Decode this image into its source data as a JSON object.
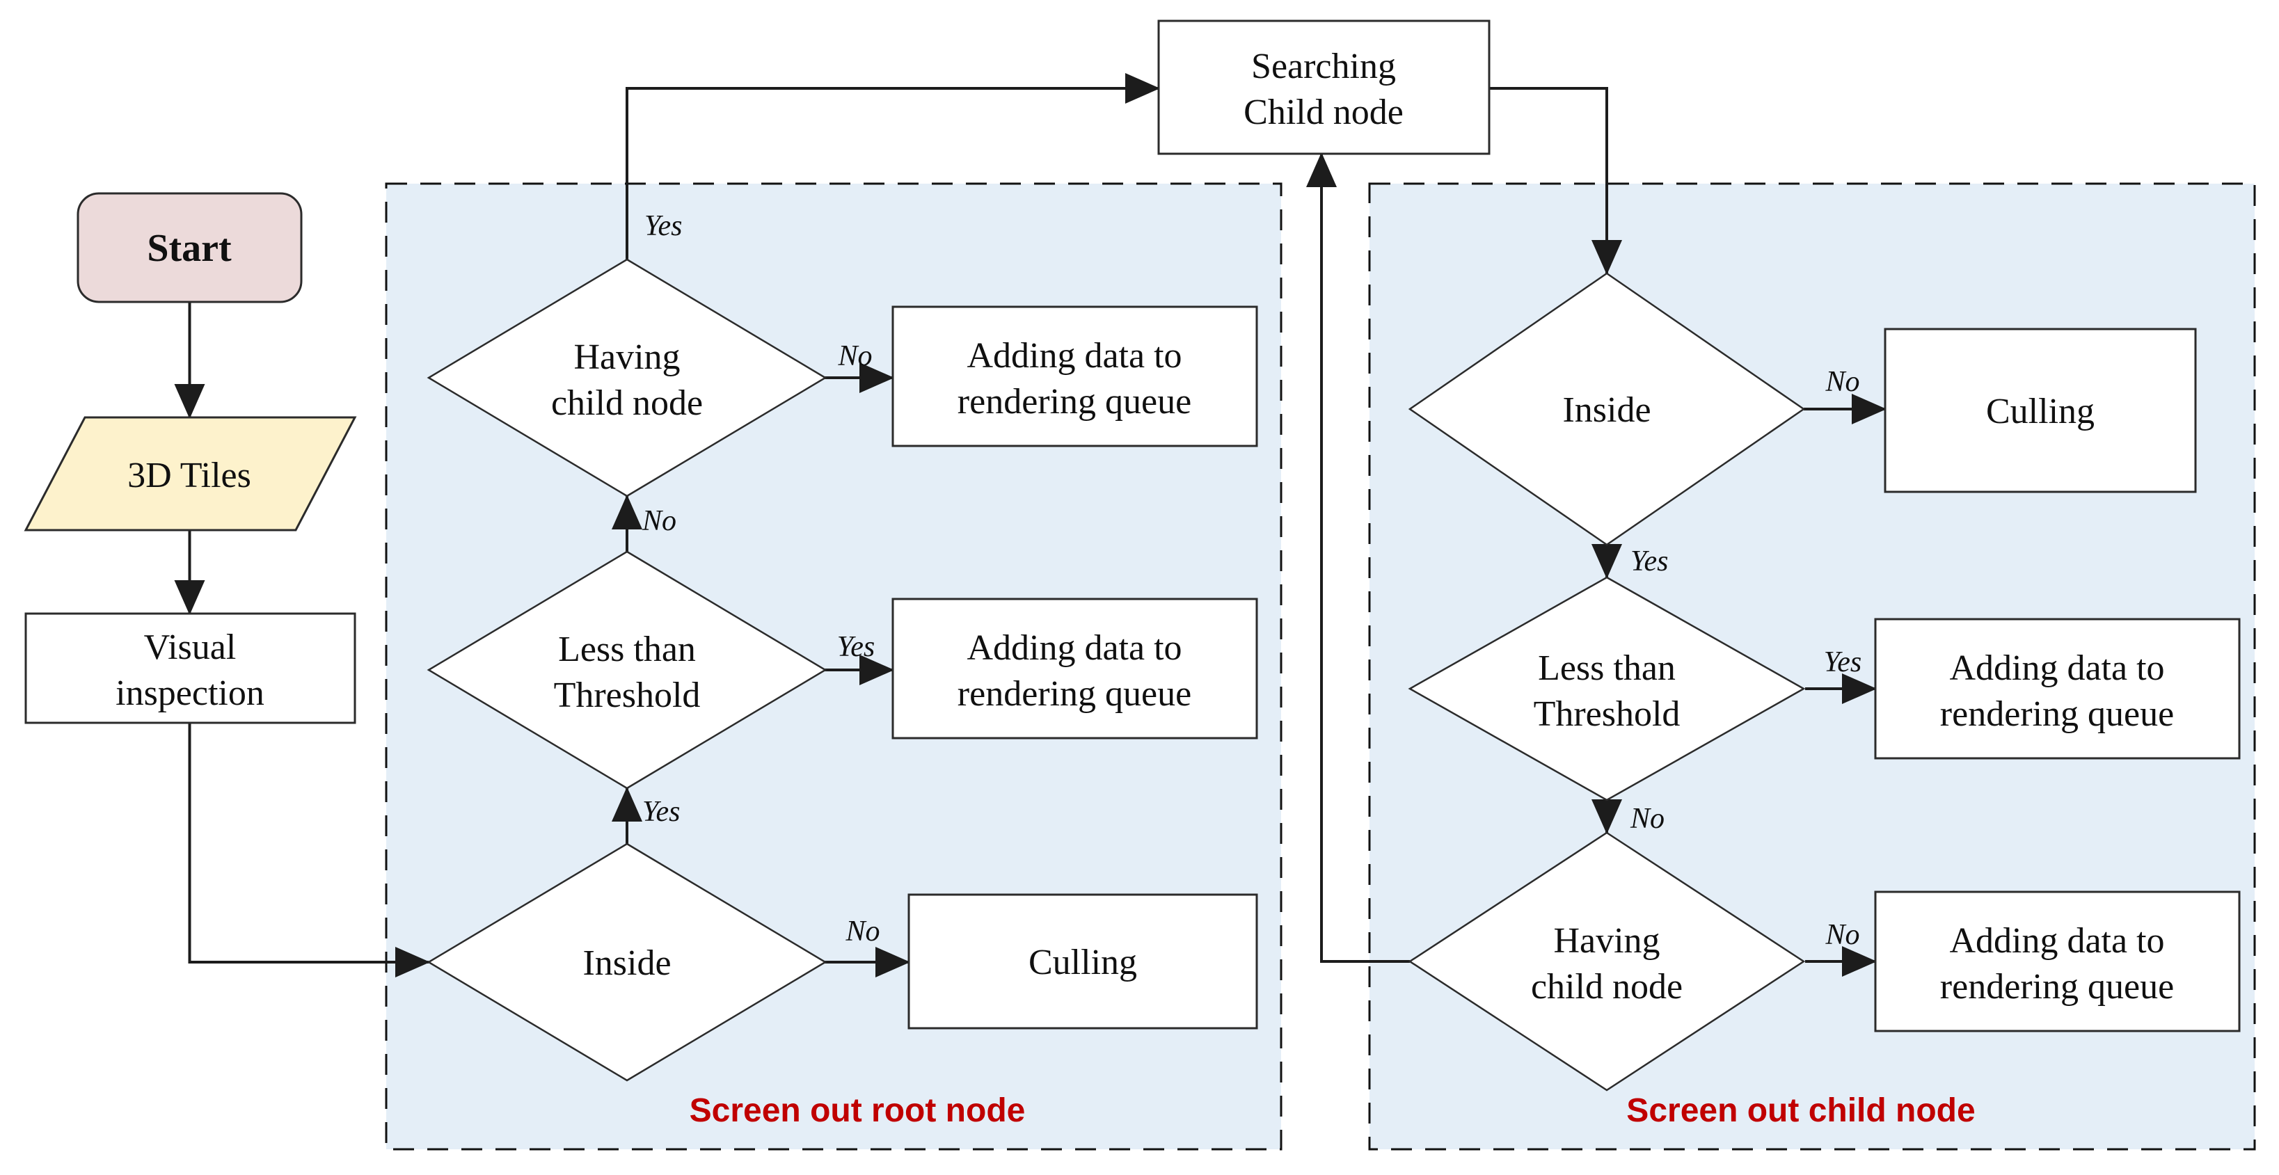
{
  "colors": {
    "panel_background": "#e4eef7",
    "start_fill": "#ecdada",
    "tiles_fill": "#fdf2cc",
    "node_fill": "#ffffff",
    "section_label": "#c00000",
    "line": "#1c1c1c"
  },
  "flowchart": {
    "start": {
      "label": "Start"
    },
    "tiles": {
      "label": "3D Tiles"
    },
    "visual_inspection": {
      "line1": "Visual",
      "line2": "inspection"
    },
    "searching": {
      "line1": "Searching",
      "line2": "Child node"
    },
    "root_panel": {
      "section_label": "Screen out root node",
      "having": {
        "line1": "Having",
        "line2": "child node"
      },
      "less": {
        "line1": "Less than",
        "line2": "Threshold"
      },
      "inside": {
        "label": "Inside"
      },
      "adding1": {
        "line1": "Adding data to",
        "line2": "rendering queue"
      },
      "adding2": {
        "line1": "Adding data to",
        "line2": "rendering queue"
      },
      "culling": {
        "label": "Culling"
      },
      "labels": {
        "having_up": "Yes",
        "having_no": "No",
        "less_up": "No",
        "less_yes": "Yes",
        "inside_up": "Yes",
        "inside_no": "No"
      }
    },
    "child_panel": {
      "section_label": "Screen out child node",
      "inside": {
        "label": "Inside"
      },
      "less": {
        "line1": "Less than",
        "line2": "Threshold"
      },
      "having": {
        "line1": "Having",
        "line2": "child node"
      },
      "culling": {
        "label": "Culling"
      },
      "adding2": {
        "line1": "Adding data to",
        "line2": "rendering queue"
      },
      "adding3": {
        "line1": "Adding data to",
        "line2": "rendering queue"
      },
      "labels": {
        "inside_no": "No",
        "inside_yes": "Yes",
        "less_yes": "Yes",
        "less_no": "No",
        "having_no": "No"
      }
    }
  }
}
